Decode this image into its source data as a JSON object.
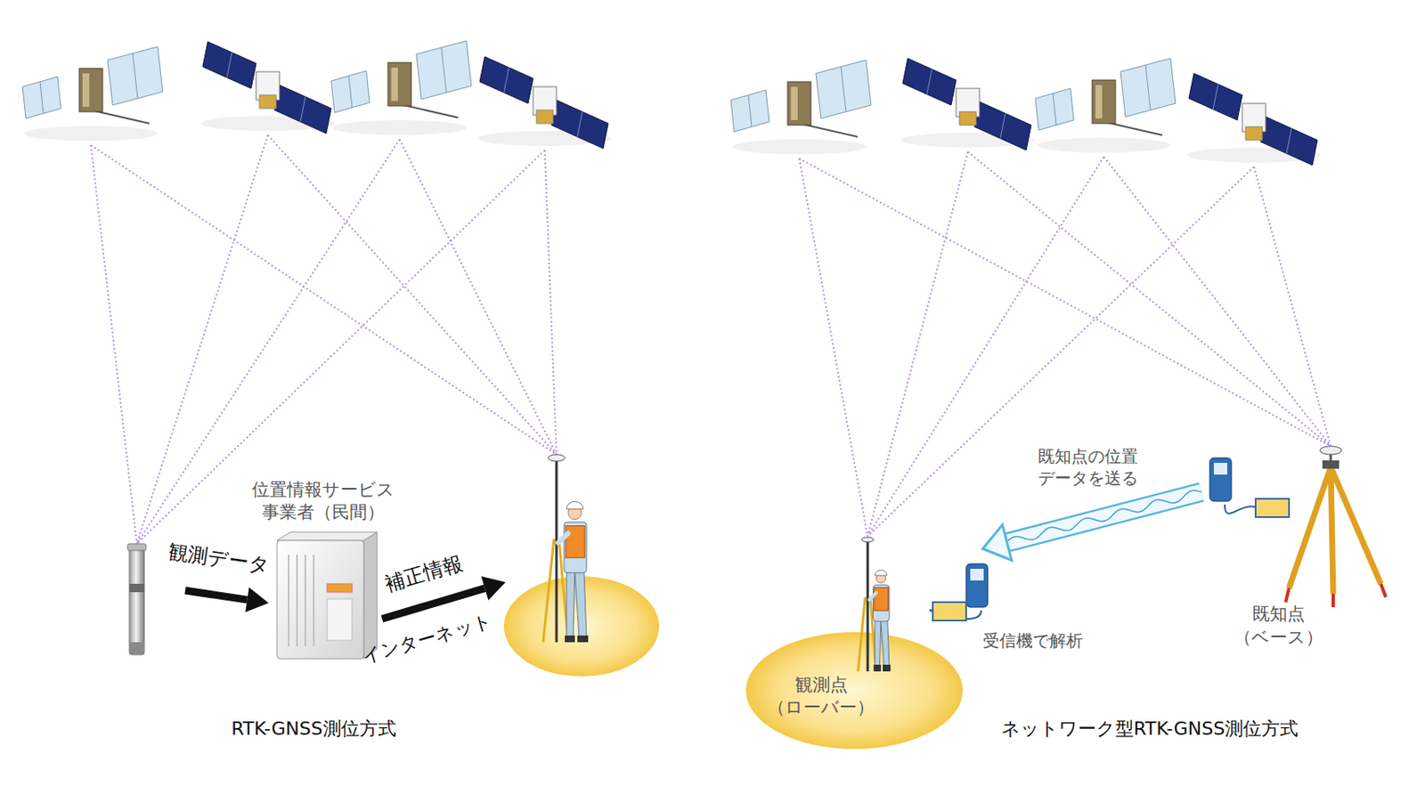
{
  "diagram": {
    "nodes": [
      {
        "text": [
          "位置情報サービス 事業者（民間）"
        ]
      },
      {
        "text": [
          "観測点 （ローバー）"
        ]
      },
      {
        "text": [
          "既知点 （ベース）"
        ]
      }
    ],
    "edges": [
      {
        "from": 2,
        "to": 1,
        "arrow": "to",
        "label": "既知点の位置 データを送る"
      }
    ],
    "labels": [
      "観測データ",
      "補正情報",
      "インターネット",
      "RTK-GNSS測位方式",
      "受信機で解析",
      "ネットワーク型RTK-GNSS測位方式"
    ]
  }
}
